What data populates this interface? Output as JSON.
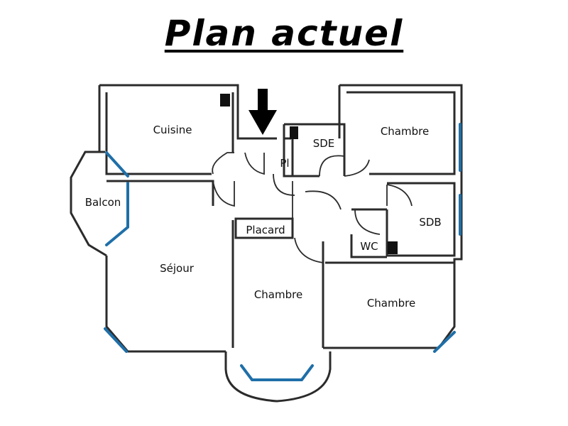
{
  "title": "Plan actuel",
  "rooms": {
    "cuisine": "Cuisine",
    "balcon": "Balcon",
    "sejour": "Séjour",
    "placard": "Placard",
    "pl": "Pl",
    "sde": "SDE",
    "chambre_1": "Chambre",
    "sdb": "SDB",
    "wc": "WC",
    "chambre_2": "Chambre",
    "chambre_3": "Chambre"
  },
  "colors": {
    "wall": "#2b2b2b",
    "window": "#1f6fa8",
    "duct": "#111111"
  }
}
